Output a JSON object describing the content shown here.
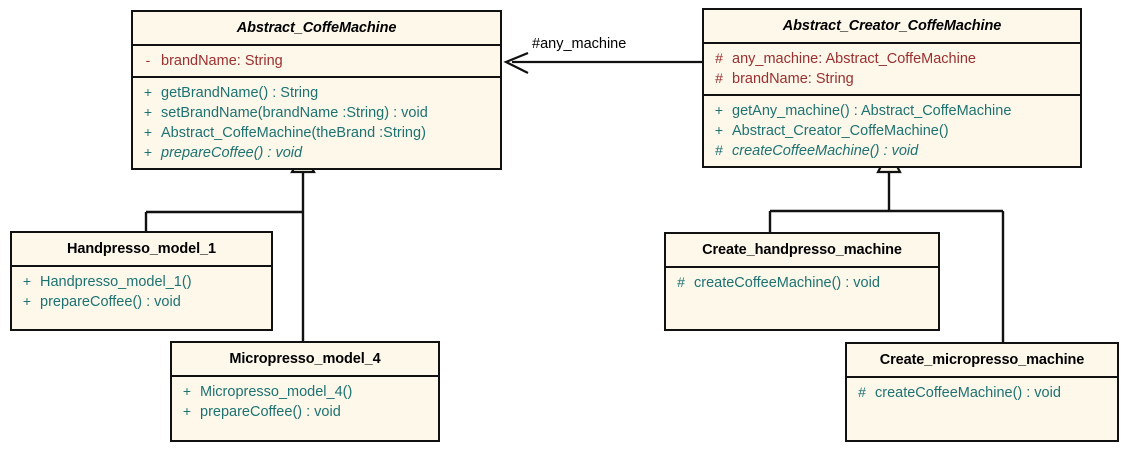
{
  "diagram": {
    "title": "Abstract Factory coffee machine class diagram",
    "colors": {
      "class_fill": "#fdf8ea",
      "border": "#111111",
      "attribute_text": "#9b2f2f",
      "method_text": "#1d7272",
      "title_text": "#000000",
      "background": "#ffffff"
    }
  },
  "classes": [
    {
      "id": "abstract-coffemachine",
      "name": "Abstract_CoffeMachine",
      "abstract": true,
      "attributes": [
        {
          "visibility": "-",
          "text": "brandName:  String"
        }
      ],
      "methods": [
        {
          "visibility": "+",
          "text": "getBrandName() : String",
          "abstract": false
        },
        {
          "visibility": "+",
          "text": "setBrandName(brandName :String) : void",
          "abstract": false
        },
        {
          "visibility": "+",
          "text": "Abstract_CoffeMachine(theBrand :String)",
          "abstract": false
        },
        {
          "visibility": "+",
          "text": "prepareCoffee() : void",
          "abstract": true
        }
      ]
    },
    {
      "id": "abstract-creator-coffemachine",
      "name": "Abstract_Creator_CoffeMachine",
      "abstract": true,
      "attributes": [
        {
          "visibility": "#",
          "text": "any_machine:  Abstract_CoffeMachine"
        },
        {
          "visibility": "#",
          "text": "brandName:  String"
        }
      ],
      "methods": [
        {
          "visibility": "+",
          "text": "getAny_machine() : Abstract_CoffeMachine",
          "abstract": false
        },
        {
          "visibility": "+",
          "text": "Abstract_Creator_CoffeMachine()",
          "abstract": false
        },
        {
          "visibility": "#",
          "text": "createCoffeeMachine() : void",
          "abstract": true
        }
      ]
    },
    {
      "id": "handpresso-model-1",
      "name": "Handpresso_model_1",
      "abstract": false,
      "attributes": [],
      "methods": [
        {
          "visibility": "+",
          "text": "Handpresso_model_1()",
          "abstract": false
        },
        {
          "visibility": "+",
          "text": "prepareCoffee() : void",
          "abstract": false
        }
      ]
    },
    {
      "id": "micropresso-model-4",
      "name": "Micropresso_model_4",
      "abstract": false,
      "attributes": [],
      "methods": [
        {
          "visibility": "+",
          "text": "Micropresso_model_4()",
          "abstract": false
        },
        {
          "visibility": "+",
          "text": "prepareCoffee() : void",
          "abstract": false
        }
      ]
    },
    {
      "id": "create-handpresso-machine",
      "name": "Create_handpresso_machine",
      "abstract": false,
      "attributes": [],
      "methods": [
        {
          "visibility": "#",
          "text": "createCoffeeMachine() : void",
          "abstract": false
        }
      ]
    },
    {
      "id": "create-micropresso-machine",
      "name": "Create_micropresso_machine",
      "abstract": false,
      "attributes": [],
      "methods": [
        {
          "visibility": "#",
          "text": "createCoffeeMachine() : void",
          "abstract": false
        }
      ]
    }
  ],
  "relationships": [
    {
      "id": "assoc-any-machine",
      "type": "association",
      "from": "abstract-creator-coffemachine",
      "to": "abstract-coffemachine",
      "label": "#any_machine"
    },
    {
      "id": "gen-handpresso",
      "type": "generalization",
      "from": "handpresso-model-1",
      "to": "abstract-coffemachine",
      "label": ""
    },
    {
      "id": "gen-micropresso",
      "type": "generalization",
      "from": "micropresso-model-4",
      "to": "abstract-coffemachine",
      "label": ""
    },
    {
      "id": "gen-create-handpresso",
      "type": "generalization",
      "from": "create-handpresso-machine",
      "to": "abstract-creator-coffemachine",
      "label": ""
    },
    {
      "id": "gen-create-micropresso",
      "type": "generalization",
      "from": "create-micropresso-machine",
      "to": "abstract-creator-coffemachine",
      "label": ""
    }
  ]
}
